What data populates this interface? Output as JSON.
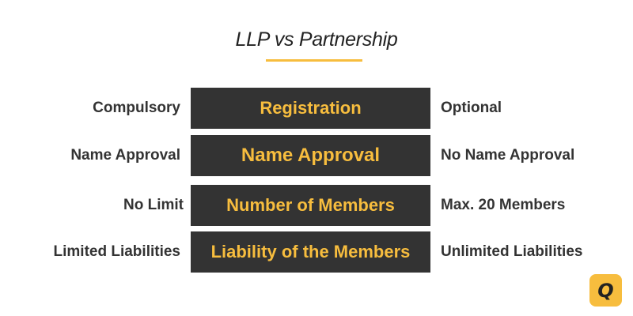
{
  "title": "LLP vs Partnership",
  "colors": {
    "accent": "#f7bd3e",
    "box_background": "#333333",
    "label_text": "#333333"
  },
  "rows": [
    {
      "left": "Compulsory",
      "center": "Registration",
      "right": "Optional"
    },
    {
      "left": "Name Approval",
      "center": "Name Approval",
      "right": "No Name Approval"
    },
    {
      "left": "No Limit",
      "center": "Number of Members",
      "right": "Max. 20 Members"
    },
    {
      "left": "Limited Liabilities",
      "center": "Liability of the Members",
      "right": "Unlimited Liabilities"
    }
  ],
  "logo": {
    "icon": "q-logo-icon",
    "letter": "Q"
  }
}
